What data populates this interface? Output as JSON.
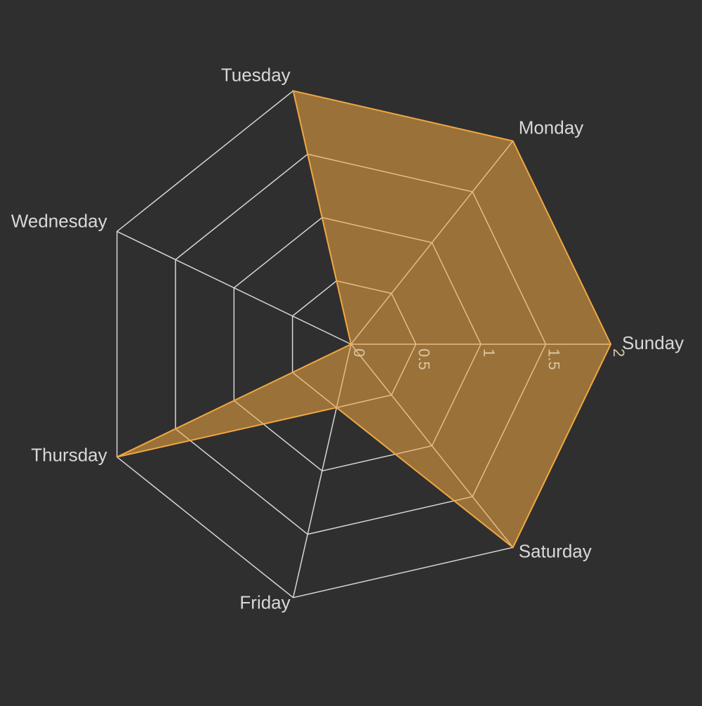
{
  "chart_data": {
    "type": "radar",
    "categories": [
      "Sunday",
      "Monday",
      "Tuesday",
      "Wednesday",
      "Thursday",
      "Friday",
      "Saturday"
    ],
    "series": [
      {
        "values": [
          2,
          2,
          2,
          0,
          2,
          0.5,
          2
        ],
        "fill_color": "#f0a742",
        "stroke_color": "#f0a742"
      }
    ],
    "radial_ticks": [
      "0",
      "0.5",
      "1",
      "1.5",
      "2"
    ],
    "rlim": [
      0,
      2
    ],
    "grid": true,
    "colors": {
      "background": "#2f2f2f",
      "grid": "#d6d6d6",
      "axis_label": "#d8d8d8"
    }
  }
}
